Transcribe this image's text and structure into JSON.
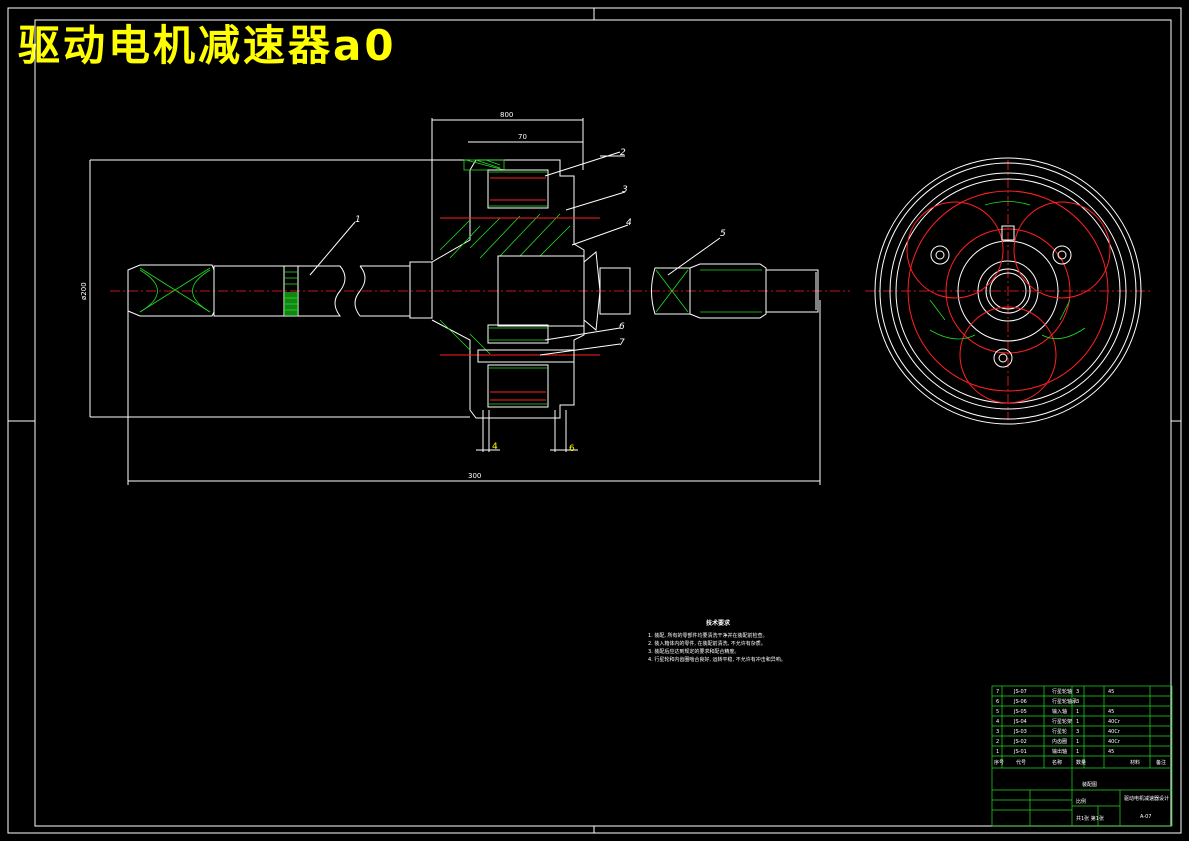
{
  "drawing": {
    "title": "驱动电机减速器a0"
  },
  "dimensions": {
    "d800": "800",
    "d70": "70",
    "d300": "300",
    "d4": "4",
    "d6": "6",
    "dia": "ø200"
  },
  "part_labels": [
    "1",
    "2",
    "3",
    "4",
    "5",
    "6",
    "7"
  ],
  "notes": {
    "heading": "技术要求",
    "items": [
      "1. 装配, 所有的零部件均要清洗干净并在装配前检查。",
      "2. 装入箱体内的零件, 在装配前清洗, 不允许有杂质。",
      "3. 装配后应达到规定的要求和配合精度。",
      "4. 行星轮和内齿圈啮合良好, 运转平稳, 不允许有冲击和异响。"
    ]
  },
  "bom": {
    "rows": [
      [
        "7",
        "JS-07",
        "行星轮轴",
        "3",
        "45"
      ],
      [
        "6",
        "JS-06",
        "行星轮轴承",
        "3",
        ""
      ],
      [
        "5",
        "JS-05",
        "输入轴",
        "1",
        "45"
      ],
      [
        "4",
        "JS-04",
        "行星轮架",
        "1",
        "40Cr"
      ],
      [
        "3",
        "JS-03",
        "行星轮",
        "3",
        "40Cr"
      ],
      [
        "2",
        "JS-02",
        "内齿圈",
        "1",
        "40Cr"
      ],
      [
        "1",
        "JS-01",
        "输出轴",
        "1",
        "45"
      ]
    ],
    "header": [
      "序号",
      "代号",
      "名称",
      "数量",
      "材料",
      "备注"
    ],
    "assembly_name": "装配图",
    "school": "驱动电机减速器设计",
    "scale_label": "比例",
    "sheet_label": "共1张 第1张",
    "drawing_no": "A-07"
  },
  "colors": {
    "background": "#000000",
    "outline": "#ffffff",
    "centerline": "#ff2020",
    "hatch": "#22dd22",
    "title": "#ffff00"
  }
}
